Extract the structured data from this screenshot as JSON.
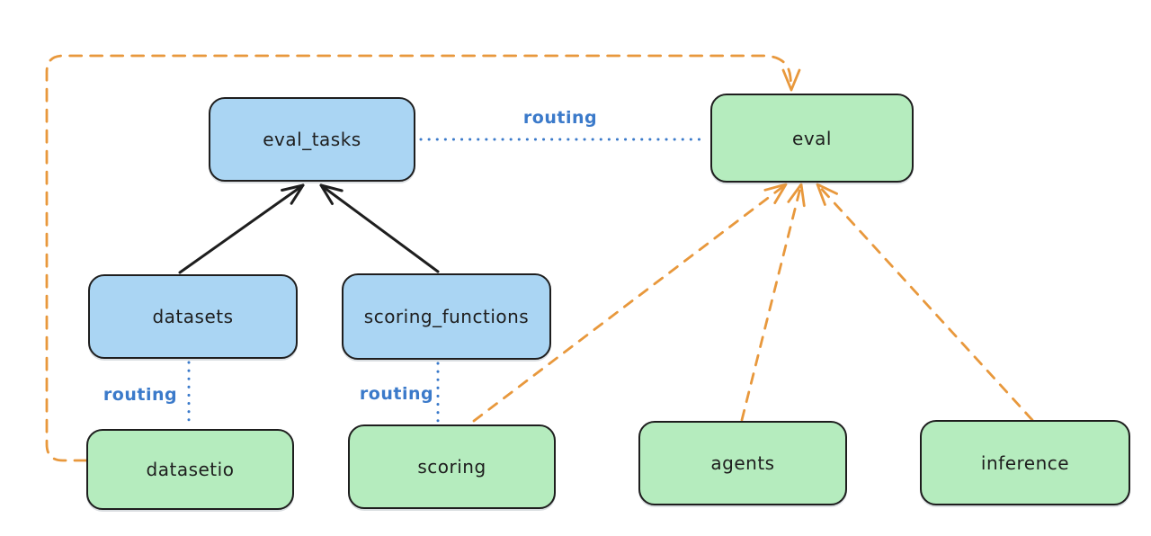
{
  "diagram": {
    "colors": {
      "blue_node_fill": "#aad5f3",
      "green_node_fill": "#b5ecbe",
      "node_stroke": "#1e1e1e",
      "orange_edge": "#e8983c",
      "blue_edge": "#3b7aca",
      "black_edge": "#1e1e1e",
      "background": "#ffffff"
    },
    "nodes": [
      {
        "id": "eval_tasks",
        "label": "eval_tasks",
        "color": "blue"
      },
      {
        "id": "eval",
        "label": "eval",
        "color": "green"
      },
      {
        "id": "datasets",
        "label": "datasets",
        "color": "blue"
      },
      {
        "id": "scoring_functions",
        "label": "scoring_functions",
        "color": "blue"
      },
      {
        "id": "datasetio",
        "label": "datasetio",
        "color": "green"
      },
      {
        "id": "scoring",
        "label": "scoring",
        "color": "green"
      },
      {
        "id": "agents",
        "label": "agents",
        "color": "green"
      },
      {
        "id": "inference",
        "label": "inference",
        "color": "green"
      }
    ],
    "edge_labels": [
      {
        "text": "routing",
        "between": "eval_tasks and eval"
      },
      {
        "text": "routing",
        "between": "datasets and datasetio"
      },
      {
        "text": "routing",
        "between": "scoring_functions and scoring"
      }
    ],
    "edges": [
      {
        "from": "datasets",
        "to": "eval_tasks",
        "style": "solid-arrow",
        "color": "black"
      },
      {
        "from": "scoring_functions",
        "to": "eval_tasks",
        "style": "solid-arrow",
        "color": "black"
      },
      {
        "from": "eval_tasks",
        "to": "eval",
        "style": "dotted-line",
        "color": "blue",
        "label": "routing"
      },
      {
        "from": "datasets",
        "to": "datasetio",
        "style": "dotted-line",
        "color": "blue",
        "label": "routing"
      },
      {
        "from": "scoring_functions",
        "to": "scoring",
        "style": "dotted-line",
        "color": "blue",
        "label": "routing"
      },
      {
        "from": "datasetio",
        "to": "eval",
        "style": "dashed-arrow",
        "color": "orange"
      },
      {
        "from": "scoring",
        "to": "eval",
        "style": "dashed-arrow",
        "color": "orange"
      },
      {
        "from": "agents",
        "to": "eval",
        "style": "dashed-arrow",
        "color": "orange"
      },
      {
        "from": "inference",
        "to": "eval",
        "style": "dashed-arrow",
        "color": "orange"
      }
    ]
  }
}
